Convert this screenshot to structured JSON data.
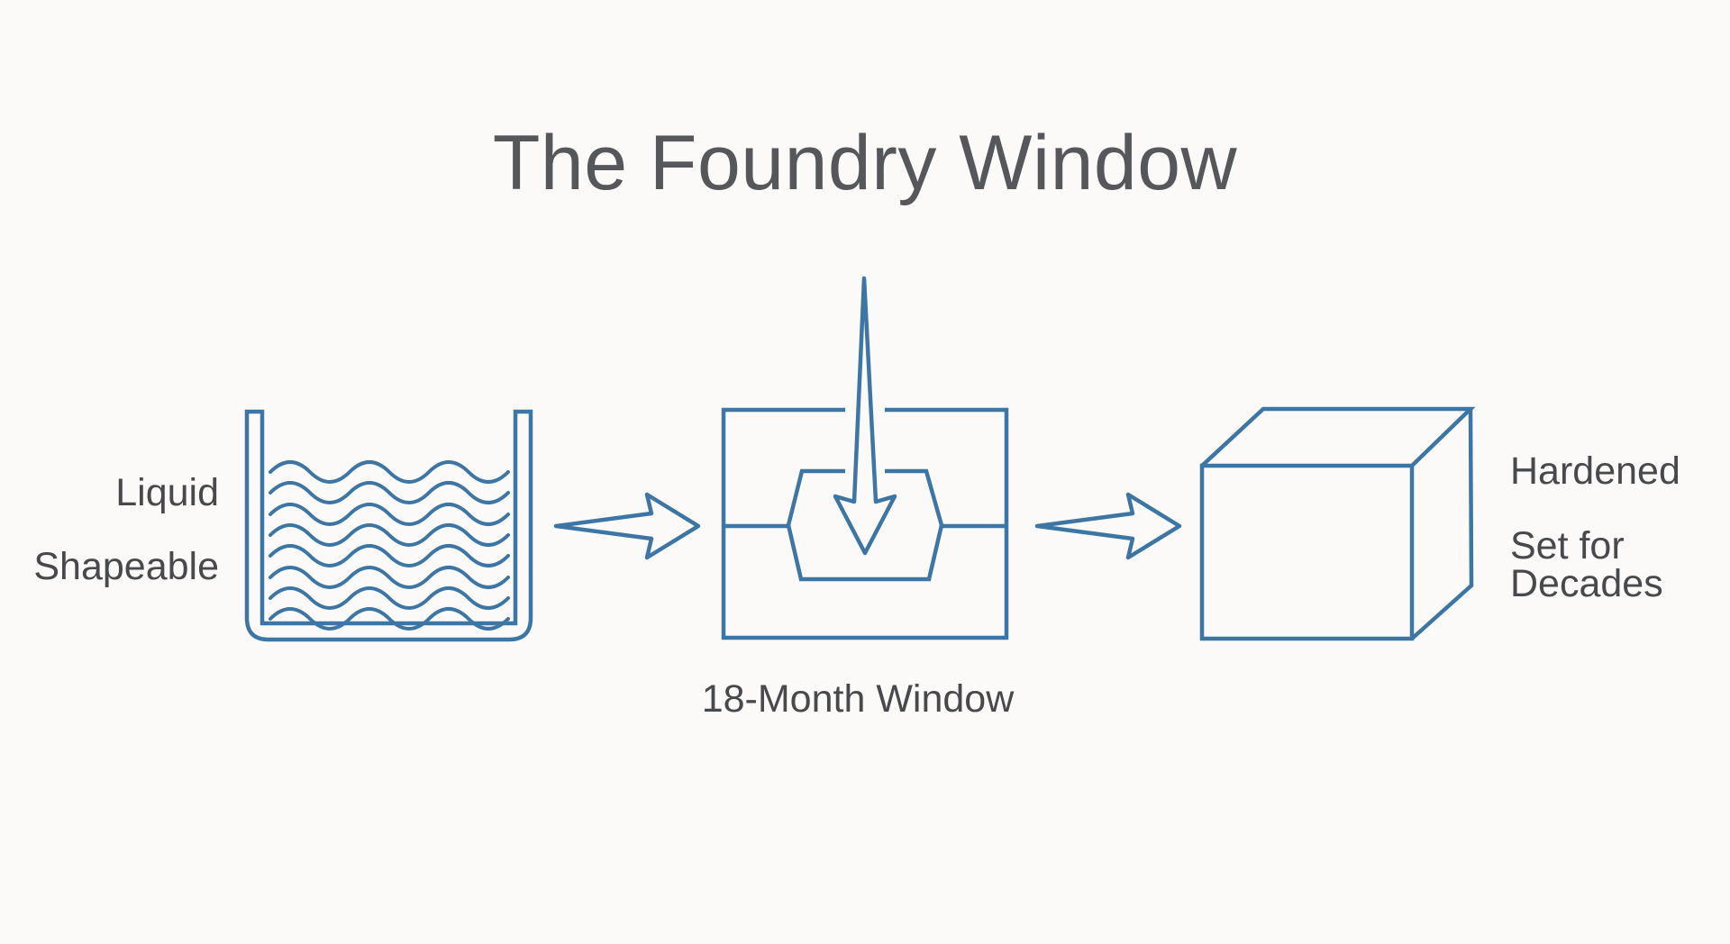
{
  "title": "The Foundry Window",
  "colors": {
    "background": "#fbfaf8",
    "line_blue": "#3d76a4",
    "title_text": "#56575b",
    "label_text": "#48494d"
  },
  "stages": {
    "liquid": {
      "labels": [
        "Liquid",
        "Shapeable"
      ]
    },
    "mold": {
      "caption": "18-Month Window"
    },
    "hardened": {
      "labels": [
        "Hardened",
        "Set for",
        "Decades"
      ]
    }
  }
}
